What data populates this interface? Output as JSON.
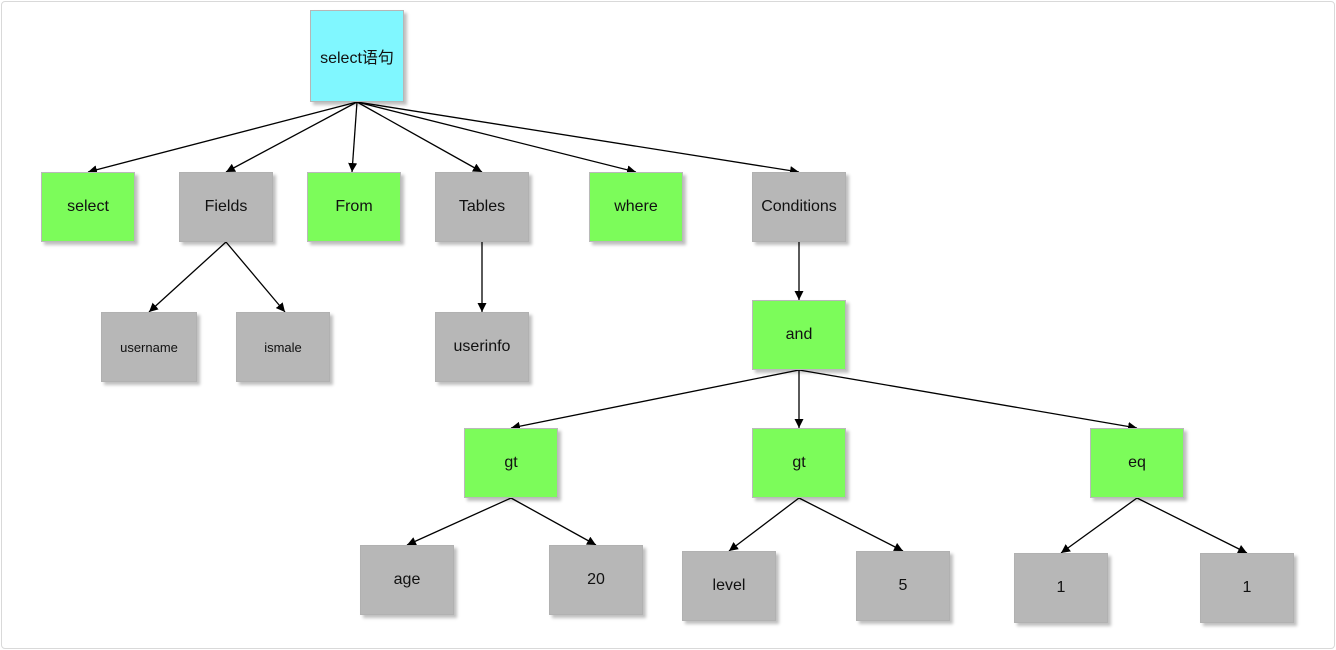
{
  "colors": {
    "root": "#80f7ff",
    "keyword": "#7cfc5a",
    "value": "#b7b7b7",
    "edge": "#000000"
  },
  "nodes": {
    "root": "select语句",
    "select": "select",
    "fields": "Fields",
    "from": "From",
    "tables": "Tables",
    "where": "where",
    "conditions": "Conditions",
    "username": "username",
    "ismale": "ismale",
    "userinfo": "userinfo",
    "and": "and",
    "gt1": "gt",
    "gt2": "gt",
    "eq": "eq",
    "age": "age",
    "v20": "20",
    "level": "level",
    "v5": "5",
    "one_a": "1",
    "one_b": "1"
  },
  "edges": [
    [
      "root",
      "select"
    ],
    [
      "root",
      "fields"
    ],
    [
      "root",
      "from"
    ],
    [
      "root",
      "tables"
    ],
    [
      "root",
      "where"
    ],
    [
      "root",
      "conditions"
    ],
    [
      "fields",
      "username"
    ],
    [
      "fields",
      "ismale"
    ],
    [
      "tables",
      "userinfo"
    ],
    [
      "conditions",
      "and"
    ],
    [
      "and",
      "gt1"
    ],
    [
      "and",
      "gt2"
    ],
    [
      "and",
      "eq"
    ],
    [
      "gt1",
      "age"
    ],
    [
      "gt1",
      "v20"
    ],
    [
      "gt2",
      "level"
    ],
    [
      "gt2",
      "v5"
    ],
    [
      "eq",
      "one_a"
    ],
    [
      "eq",
      "one_b"
    ]
  ]
}
